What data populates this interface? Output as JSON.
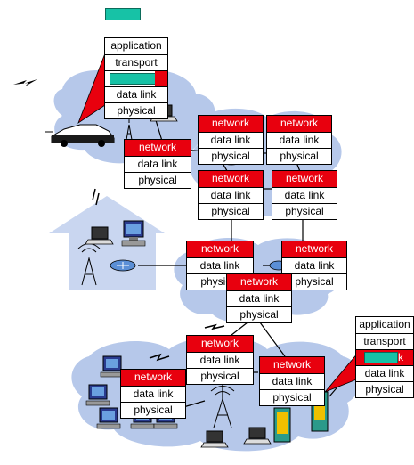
{
  "stack_source": {
    "application": "application",
    "transport": "transport",
    "data_link": "data link",
    "physical": "physical"
  },
  "stack_destination": {
    "application": "application",
    "transport": "transport",
    "network": "network",
    "data_link": "data link",
    "physical": "physical"
  },
  "router_stack": {
    "network": "network",
    "data_link": "data link",
    "physical": "physical"
  },
  "colors": {
    "network_layer": "#e8000e",
    "packet": "#17c2a6",
    "cloud": "#b6c8ea",
    "house": "#c9d6f0",
    "link": "#000000"
  }
}
